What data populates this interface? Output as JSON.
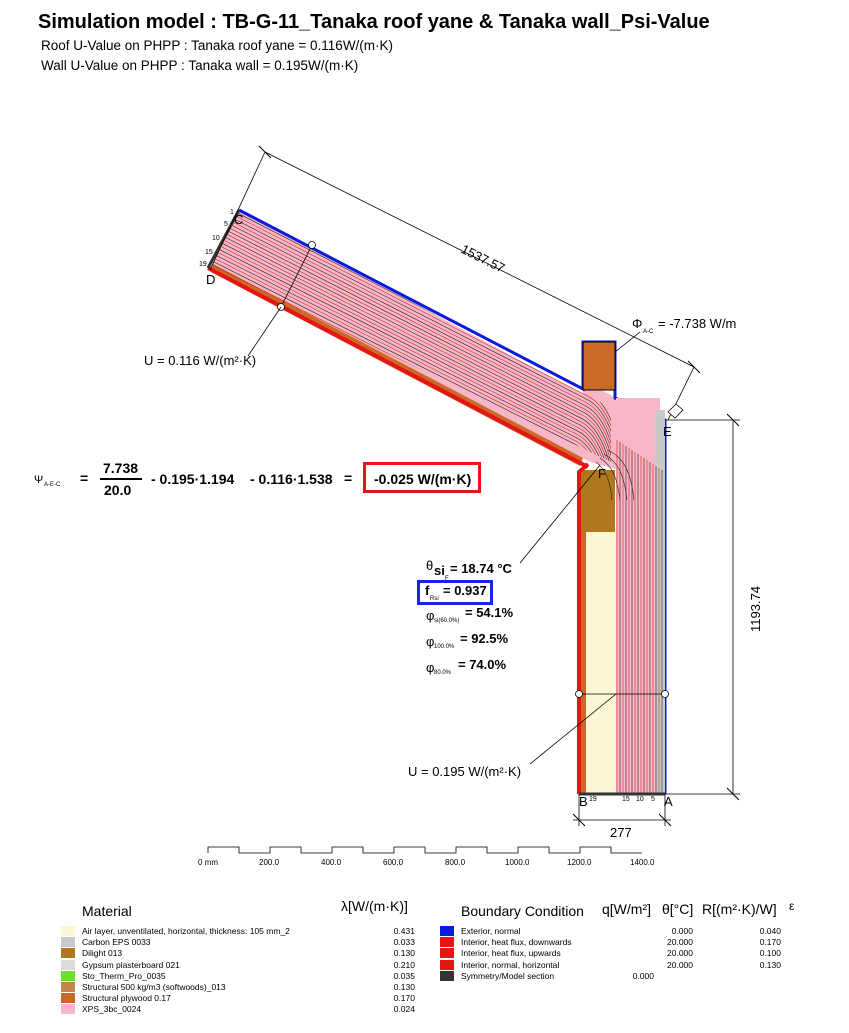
{
  "header": {
    "title": "Simulation model : TB-G-11_Tanaka roof yane & Tanaka wall_Psi-Value",
    "roof_u_line": "Roof U-Value on PHPP : Tanaka roof yane = 0.116W/(m·K)",
    "wall_u_line": "Wall U-Value on PHPP : Tanaka wall = 0.195W/(m·K)"
  },
  "dimensions": {
    "roof_length": "1537.57",
    "wall_height": "1193.74",
    "wall_thickness": "277"
  },
  "points": {
    "a": "A",
    "b": "B",
    "c": "C",
    "d": "D",
    "e": "E",
    "f": "F"
  },
  "iso_labels": {
    "roof": [
      "1",
      "5",
      "10",
      "15",
      "19"
    ],
    "wall_b": "19",
    "wall_a": [
      "15",
      "10",
      "5"
    ]
  },
  "annotations": {
    "phi_symbol": "Φ",
    "phi_sub": "A-C",
    "phi_value": "= -7.738 W/m",
    "u_roof": "U = 0.116 W/(m²·K)",
    "u_wall": "U = 0.195 W/(m²·K)"
  },
  "psi": {
    "symbol": "Ψ",
    "sub": "A-E-C",
    "eq": "=",
    "numerator": "7.738",
    "denominator": "20.0",
    "term1": "-  0.195·1.194",
    "term2": "-  0.116·1.538",
    "eq2": "=",
    "result": "-0.025 W/(m·K)"
  },
  "results": {
    "theta_symbol": "θ",
    "theta_sub": "si",
    "theta_subsub": "F",
    "theta_value": "= 18.74 °C",
    "f_symbol": "f",
    "f_sub": "Rsi",
    "f_value": "= 0.937",
    "phi_rows": [
      {
        "symbol": "φ",
        "sub": "si(60.0%)",
        "value": "= 54.1%"
      },
      {
        "symbol": "φ",
        "sub": "100.0%",
        "value": "= 92.5%"
      },
      {
        "symbol": "φ",
        "sub": "80.0%",
        "value": "= 74.0%"
      }
    ]
  },
  "scale_bar": {
    "labels": [
      "0 mm",
      "200.0",
      "400.0",
      "600.0",
      "800.0",
      "1000.0",
      "1200.0",
      "1400.0"
    ]
  },
  "materials": {
    "header": "Material",
    "lambda_header": "λ[W/(m·K)]",
    "rows": [
      {
        "name": "Air layer, unventilated, horizontal, thickness: 105 mm_2",
        "value": "0.431",
        "color": "#fbf6d6"
      },
      {
        "name": "Carbon EPS 0033",
        "value": "0.033",
        "color": "#c9c9c9"
      },
      {
        "name": "Dilight 013",
        "value": "0.130",
        "color": "#b0781c"
      },
      {
        "name": "Gypsum plasterboard 021",
        "value": "0.210",
        "color": "#dcdcdc"
      },
      {
        "name": "Sto_Therm_Pro_0035",
        "value": "0.035",
        "color": "#66e22e"
      },
      {
        "name": "Structural 500 kg/m3 (softwoods)_013",
        "value": "0.130",
        "color": "#c2874c"
      },
      {
        "name": "Structural plywood 0.17",
        "value": "0.170",
        "color": "#c96a26"
      },
      {
        "name": "XPS_3bc_0024",
        "value": "0.024",
        "color": "#f7b7c6"
      }
    ]
  },
  "boundary": {
    "header": "Boundary Condition",
    "q_header": "q[W/m²]",
    "theta_header": "θ[°C]",
    "r_header": "R[(m²·K)/W]",
    "eps_header": "ε",
    "rows": [
      {
        "name": "Exterior, normal",
        "q": "",
        "theta": "0.000",
        "r": "0.040",
        "color": "#0a19e0"
      },
      {
        "name": "Interior, heat flux, downwards",
        "q": "",
        "theta": "20.000",
        "r": "0.170",
        "color": "#e51515"
      },
      {
        "name": "Interior, heat flux, upwards",
        "q": "",
        "theta": "20.000",
        "r": "0.100",
        "color": "#e51515"
      },
      {
        "name": "Interior, normal, horizontal",
        "q": "",
        "theta": "20.000",
        "r": "0.130",
        "color": "#e51515"
      },
      {
        "name": "Symmetry/Model section",
        "q": "0.000",
        "theta": "",
        "r": "",
        "color": "#333333"
      }
    ]
  }
}
